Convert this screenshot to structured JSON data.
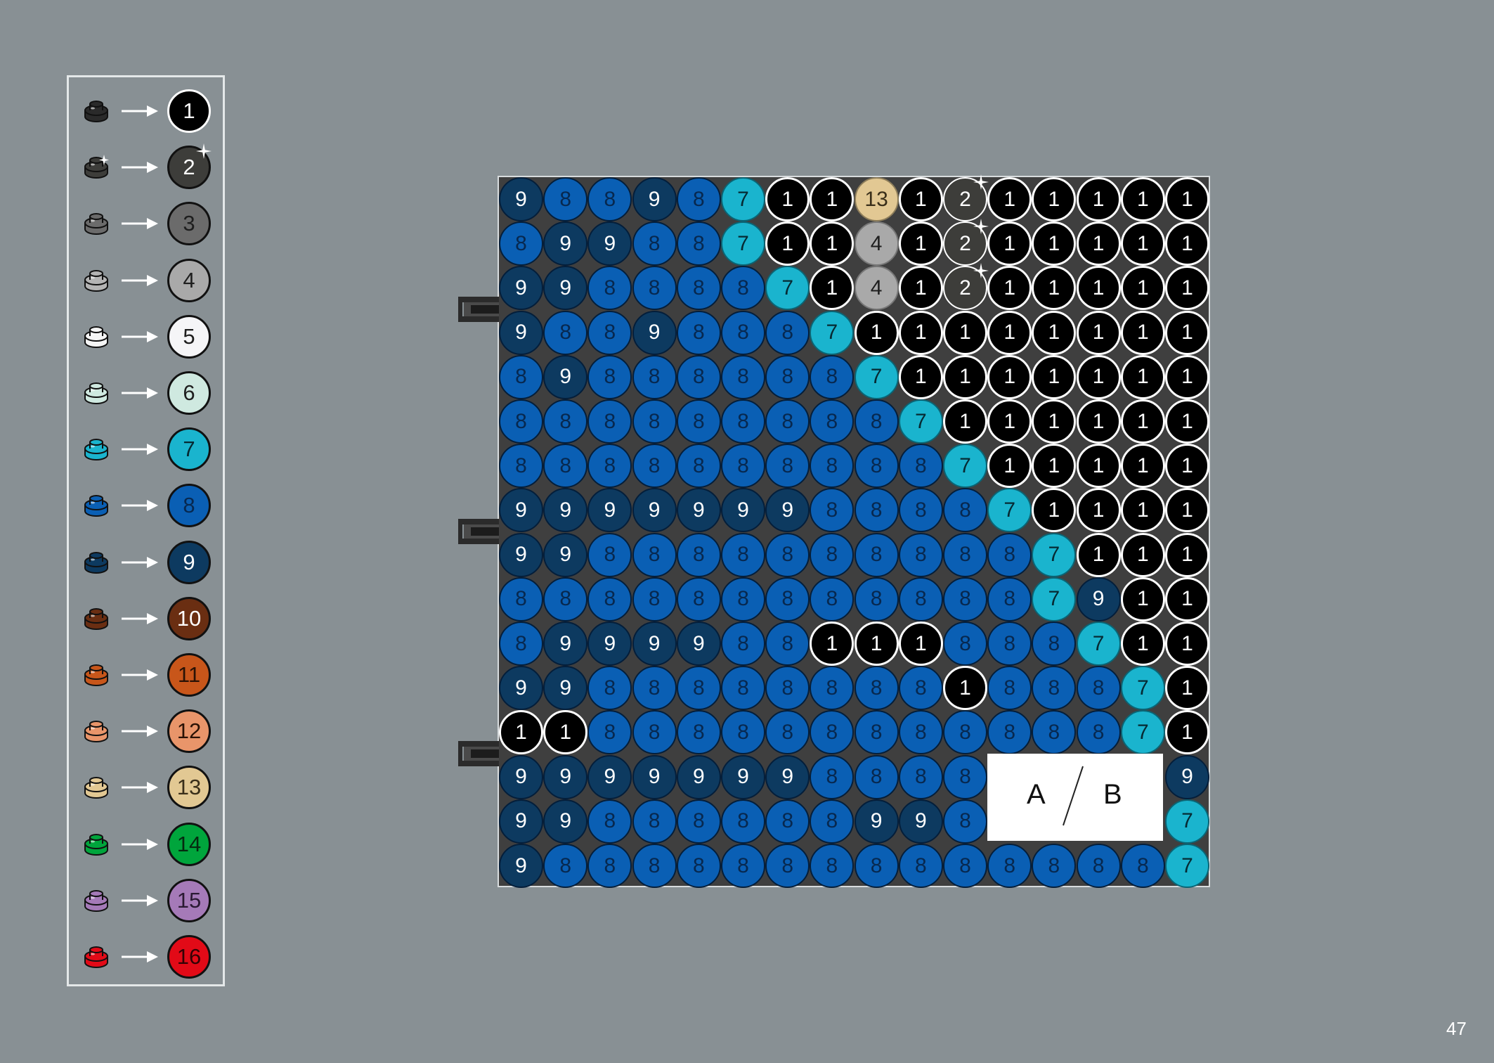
{
  "legend": {
    "items": [
      {
        "label": "1",
        "fill": "#000000",
        "text": "#ffffff",
        "border": "#ffffff",
        "stud": "#2a2a2a",
        "sparkle": false
      },
      {
        "label": "2",
        "fill": "#3d3d3a",
        "text": "#ffffff",
        "border": "#111111",
        "stud": "#3d3d3a",
        "sparkle": true
      },
      {
        "label": "3",
        "fill": "#6b6b6b",
        "text": "#1e1e1e",
        "border": "#111111",
        "stud": "#6b6b6b",
        "sparkle": false
      },
      {
        "label": "4",
        "fill": "#a9a9a9",
        "text": "#1e1e1e",
        "border": "#111111",
        "stud": "#b4b4b4",
        "sparkle": false
      },
      {
        "label": "5",
        "fill": "#f5f5f7",
        "text": "#1e1e1e",
        "border": "#111111",
        "stud": "#f5f5f5",
        "sparkle": false
      },
      {
        "label": "6",
        "fill": "#cfe9e0",
        "text": "#1e1e1e",
        "border": "#111111",
        "stud": "#cfe9e0",
        "sparkle": false
      },
      {
        "label": "7",
        "fill": "#1ab4ce",
        "text": "#062a33",
        "border": "#111111",
        "stud": "#1ab4ce",
        "sparkle": false
      },
      {
        "label": "8",
        "fill": "#0a5fb4",
        "text": "#07284f",
        "border": "#111111",
        "stud": "#0a5fb4",
        "sparkle": false
      },
      {
        "label": "9",
        "fill": "#0d3a60",
        "text": "#ffffff",
        "border": "#111111",
        "stud": "#0d3a60",
        "sparkle": false
      },
      {
        "label": "10",
        "fill": "#6a2e12",
        "text": "#ffffff",
        "border": "#111111",
        "stud": "#6a2e12",
        "sparkle": false
      },
      {
        "label": "11",
        "fill": "#c8561a",
        "text": "#2a1205",
        "border": "#111111",
        "stud": "#c8561a",
        "sparkle": false
      },
      {
        "label": "12",
        "fill": "#e9956a",
        "text": "#2a1205",
        "border": "#111111",
        "stud": "#e9956a",
        "sparkle": false
      },
      {
        "label": "13",
        "fill": "#e2c893",
        "text": "#3a2f1a",
        "border": "#111111",
        "stud": "#e2c893",
        "sparkle": false
      },
      {
        "label": "14",
        "fill": "#00a53c",
        "text": "#062a10",
        "border": "#111111",
        "stud": "#00a53c",
        "sparkle": false
      },
      {
        "label": "15",
        "fill": "#a57ab8",
        "text": "#2a1a33",
        "border": "#111111",
        "stud": "#a57ab8",
        "sparkle": false
      },
      {
        "label": "16",
        "fill": "#e20a17",
        "text": "#330205",
        "border": "#111111",
        "stud": "#e20a17",
        "sparkle": false
      }
    ]
  },
  "mosaic": {
    "rows": [
      [
        "9",
        "8",
        "8",
        "9",
        "8",
        "7",
        "1",
        "1",
        "13",
        "1",
        "2",
        "1",
        "1",
        "1",
        "1",
        "1"
      ],
      [
        "8",
        "9",
        "9",
        "8",
        "8",
        "7",
        "1",
        "1",
        "4",
        "1",
        "2",
        "1",
        "1",
        "1",
        "1",
        "1"
      ],
      [
        "9",
        "9",
        "8",
        "8",
        "8",
        "8",
        "7",
        "1",
        "4",
        "1",
        "2",
        "1",
        "1",
        "1",
        "1",
        "1"
      ],
      [
        "9",
        "8",
        "8",
        "9",
        "8",
        "8",
        "8",
        "7",
        "1",
        "1",
        "1",
        "1",
        "1",
        "1",
        "1",
        "1"
      ],
      [
        "8",
        "9",
        "8",
        "8",
        "8",
        "8",
        "8",
        "8",
        "7",
        "1",
        "1",
        "1",
        "1",
        "1",
        "1",
        "1"
      ],
      [
        "8",
        "8",
        "8",
        "8",
        "8",
        "8",
        "8",
        "8",
        "8",
        "7",
        "1",
        "1",
        "1",
        "1",
        "1",
        "1"
      ],
      [
        "8",
        "8",
        "8",
        "8",
        "8",
        "8",
        "8",
        "8",
        "8",
        "8",
        "7",
        "1",
        "1",
        "1",
        "1",
        "1"
      ],
      [
        "9",
        "9",
        "9",
        "9",
        "9",
        "9",
        "9",
        "8",
        "8",
        "8",
        "8",
        "7",
        "1",
        "1",
        "1",
        "1"
      ],
      [
        "9",
        "9",
        "8",
        "8",
        "8",
        "8",
        "8",
        "8",
        "8",
        "8",
        "8",
        "8",
        "7",
        "1",
        "1",
        "1"
      ],
      [
        "8",
        "8",
        "8",
        "8",
        "8",
        "8",
        "8",
        "8",
        "8",
        "8",
        "8",
        "8",
        "7",
        "9",
        "1",
        "1"
      ],
      [
        "8",
        "9",
        "9",
        "9",
        "9",
        "8",
        "8",
        "1",
        "1",
        "1",
        "8",
        "8",
        "8",
        "7",
        "1",
        "1"
      ],
      [
        "9",
        "9",
        "8",
        "8",
        "8",
        "8",
        "8",
        "8",
        "8",
        "8",
        "1",
        "8",
        "8",
        "8",
        "7",
        "1"
      ],
      [
        "1",
        "1",
        "8",
        "8",
        "8",
        "8",
        "8",
        "8",
        "8",
        "8",
        "8",
        "8",
        "8",
        "8",
        "7",
        "1"
      ],
      [
        "9",
        "9",
        "9",
        "9",
        "9",
        "9",
        "9",
        "8",
        "8",
        "8",
        "8",
        "",
        "",
        "",
        "",
        "9"
      ],
      [
        "9",
        "9",
        "8",
        "8",
        "8",
        "8",
        "8",
        "8",
        "9",
        "9",
        "8",
        "",
        "",
        "",
        "",
        "7"
      ],
      [
        "9",
        "8",
        "8",
        "8",
        "8",
        "8",
        "8",
        "8",
        "8",
        "8",
        "8",
        "8",
        "8",
        "8",
        "8",
        "7"
      ]
    ]
  },
  "label_box": {
    "a": "A",
    "b": "B"
  },
  "page_number": "47"
}
